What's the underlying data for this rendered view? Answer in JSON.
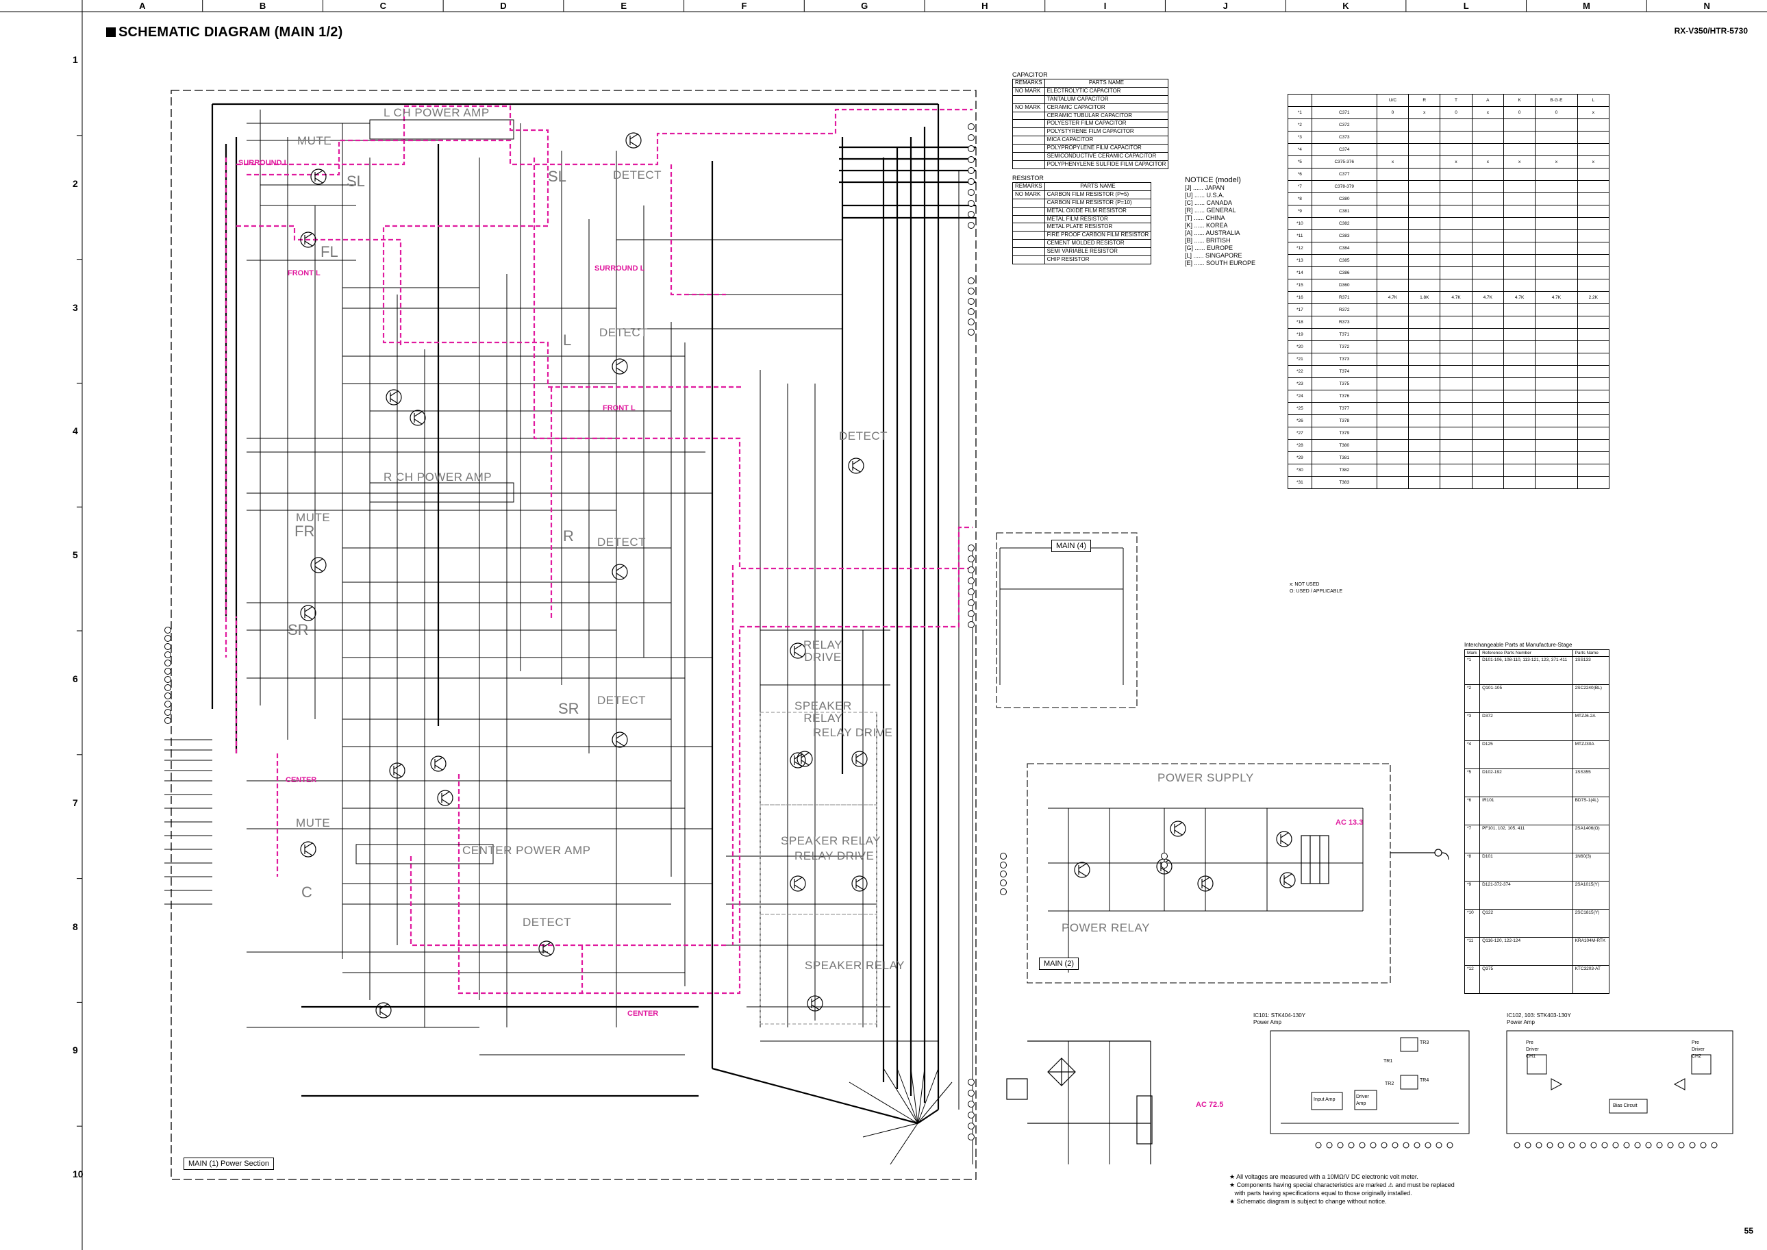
{
  "header": {
    "title": "SCHEMATIC DIAGRAM (MAIN 1/2)",
    "model": "RX-V350/HTR-5730",
    "page_number": "55"
  },
  "grid": {
    "columns": [
      "A",
      "B",
      "C",
      "D",
      "E",
      "F",
      "G",
      "H",
      "I",
      "J",
      "K",
      "L",
      "M",
      "N"
    ],
    "rows": [
      "1",
      "2",
      "3",
      "4",
      "5",
      "6",
      "7",
      "8",
      "9",
      "10"
    ]
  },
  "blocks": {
    "lch_power_amp": "L CH POWER AMP",
    "rch_power_amp": "R CH POWER AMP",
    "center_power_amp": "CENTER POWER AMP",
    "mute_1": "MUTE",
    "mute_2": "MUTE",
    "mute_3": "MUTE",
    "detect_sl": "DETECT",
    "detect_l": "DETECT",
    "detect_r": "DETECT",
    "detect_sr": "DETECT",
    "detect_c": "DETECT",
    "detect_main": "DETECT",
    "ch_sl": "SL",
    "ch_sl2": "SL",
    "ch_fl": "FL",
    "ch_l": "L",
    "ch_fr": "FR",
    "ch_sr": "SR",
    "ch_sr2": "SR",
    "ch_r": "R",
    "ch_c": "C",
    "relay_drive_1": "RELAY\nDRIVE",
    "speaker_relay_1": "SPEAKER\nRELAY",
    "relay_drive_2": "RELAY DRIVE",
    "speaker_relay_2": "SPEAKER RELAY",
    "relay_drive_3": "RELAY DRIVE",
    "speaker_relay_3": "SPEAKER RELAY",
    "power_supply": "POWER SUPPLY",
    "power_relay": "POWER RELAY"
  },
  "signal_labels": {
    "surround_l": "SURROUND L",
    "front_l": "FRONT L",
    "surround_l2": "SURROUND L",
    "front_l2": "FRONT L",
    "center": "CENTER",
    "center2": "CENTER",
    "ac_13": "AC 13.3",
    "ac_72": "AC 72.5"
  },
  "box_labels": {
    "main1": "MAIN (1) Power Section",
    "main2": "MAIN (2)",
    "main4": "MAIN (4)"
  },
  "capacitor_legend": {
    "heading": "CAPACITOR",
    "col1": "REMARKS",
    "col2": "PARTS NAME",
    "rows": [
      [
        "NO MARK",
        "ELECTROLYTIC CAPACITOR"
      ],
      [
        "",
        "TANTALUM CAPACITOR"
      ],
      [
        "NO MARK",
        "CERAMIC CAPACITOR"
      ],
      [
        "",
        "CERAMIC TUBULAR CAPACITOR"
      ],
      [
        "",
        "POLYESTER FILM CAPACITOR"
      ],
      [
        "",
        "POLYSTYRENE FILM CAPACITOR"
      ],
      [
        "",
        "MICA CAPACITOR"
      ],
      [
        "",
        "POLYPROPYLENE FILM CAPACITOR"
      ],
      [
        "",
        "SEMICONDUCTIVE CERAMIC CAPACITOR"
      ],
      [
        "",
        "POLYPHENYLENE SULFIDE FILM CAPACITOR"
      ]
    ]
  },
  "resistor_legend": {
    "heading": "RESISTOR",
    "col1": "REMARKS",
    "col2": "PARTS NAME",
    "rows": [
      [
        "NO MARK",
        "CARBON FILM RESISTOR (P=5)"
      ],
      [
        "",
        "CARBON FILM RESISTOR (P=10)"
      ],
      [
        "",
        "METAL OXIDE FILM RESISTOR"
      ],
      [
        "",
        "METAL FILM RESISTOR"
      ],
      [
        "",
        "METAL PLATE RESISTOR"
      ],
      [
        "",
        "FIRE PROOF CARBON FILM RESISTOR"
      ],
      [
        "",
        "CEMENT MOLDED RESISTOR"
      ],
      [
        "",
        "SEMI VARIABLE RESISTOR"
      ],
      [
        "",
        "CHIP RESISTOR"
      ]
    ]
  },
  "notice": {
    "heading": "NOTICE (model)",
    "lines": [
      "[J] ...... JAPAN",
      "[U] ...... U.S.A.",
      "[C] ...... CANADA",
      "[R] ...... GENERAL",
      "[T] ...... CHINA",
      "[K] ...... KOREA",
      "[A] ...... AUSTRALIA",
      "[B] ...... BRITISH",
      "[G] ...... EUROPE",
      "[L] ...... SINGAPORE",
      "[E] ...... SOUTH EUROPE"
    ]
  },
  "variation_table": {
    "columns": [
      "",
      "",
      "U/C",
      "R",
      "T",
      "A",
      "K",
      "B·G·E",
      "L"
    ],
    "rows": [
      [
        "*1",
        "C371",
        "0",
        "x",
        "0",
        "x",
        "0",
        "0",
        "x"
      ],
      [
        "*2",
        "C372",
        "",
        "",
        "",
        "",
        "",
        "",
        ""
      ],
      [
        "*3",
        "C373",
        "",
        "",
        "",
        "",
        "",
        "",
        ""
      ],
      [
        "*4",
        "C374",
        "",
        "",
        "",
        "",
        "",
        "",
        ""
      ],
      [
        "*5",
        "C375-376",
        "x",
        "",
        "x",
        "x",
        "x",
        "x",
        "x"
      ],
      [
        "*6",
        "C377",
        "",
        "",
        "",
        "",
        "",
        "",
        ""
      ],
      [
        "*7",
        "C378-379",
        "",
        "",
        "",
        "",
        "",
        "",
        ""
      ],
      [
        "*8",
        "C380",
        "",
        "",
        "",
        "",
        "",
        "",
        ""
      ],
      [
        "*9",
        "C381",
        "",
        "",
        "",
        "",
        "",
        "",
        ""
      ],
      [
        "*10",
        "C382",
        "",
        "",
        "",
        "",
        "",
        "",
        ""
      ],
      [
        "*11",
        "C383",
        "",
        "",
        "",
        "",
        "",
        "",
        ""
      ],
      [
        "*12",
        "C384",
        "",
        "",
        "",
        "",
        "",
        "",
        ""
      ],
      [
        "*13",
        "C385",
        "",
        "",
        "",
        "",
        "",
        "",
        ""
      ],
      [
        "*14",
        "C386",
        "",
        "",
        "",
        "",
        "",
        "",
        ""
      ],
      [
        "*15",
        "D360",
        "",
        "",
        "",
        "",
        "",
        "",
        ""
      ],
      [
        "*16",
        "R371",
        "4.7K",
        "1.8K",
        "4.7K",
        "4.7K",
        "4.7K",
        "4.7K",
        "2.2K"
      ],
      [
        "*17",
        "R372",
        "",
        "",
        "",
        "",
        "",
        "",
        ""
      ],
      [
        "*18",
        "R373",
        "",
        "",
        "",
        "",
        "",
        "",
        ""
      ],
      [
        "*19",
        "T371",
        "",
        "",
        "",
        "",
        "",
        "",
        ""
      ],
      [
        "*20",
        "T372",
        "",
        "",
        "",
        "",
        "",
        "",
        ""
      ],
      [
        "*21",
        "T373",
        "",
        "",
        "",
        "",
        "",
        "",
        ""
      ],
      [
        "*22",
        "T374",
        "",
        "",
        "",
        "",
        "",
        "",
        ""
      ],
      [
        "*23",
        "T375",
        "",
        "",
        "",
        "",
        "",
        "",
        ""
      ],
      [
        "*24",
        "T376",
        "",
        "",
        "",
        "",
        "",
        "",
        ""
      ],
      [
        "*25",
        "T377",
        "",
        "",
        "",
        "",
        "",
        "",
        ""
      ],
      [
        "*26",
        "T378",
        "",
        "",
        "",
        "",
        "",
        "",
        ""
      ],
      [
        "*27",
        "T379",
        "",
        "",
        "",
        "",
        "",
        "",
        ""
      ],
      [
        "*28",
        "T380",
        "",
        "",
        "",
        "",
        "",
        "",
        ""
      ],
      [
        "*29",
        "T381",
        "",
        "",
        "",
        "",
        "",
        "",
        ""
      ],
      [
        "*30",
        "T382",
        "",
        "",
        "",
        "",
        "",
        "",
        ""
      ],
      [
        "*31",
        "T383",
        "",
        "",
        "",
        "",
        "",
        "",
        ""
      ]
    ],
    "footnote1": "x: NOT USED",
    "footnote2": "O: USED / APPLICABLE"
  },
  "interchange_table": {
    "caption": "Interchangeable Parts at Manufacture-Stage",
    "columns": [
      "Mark",
      "Reference Parts Number",
      "Parts Name"
    ],
    "rows": [
      [
        "*1",
        "D101-106, 108-110, 113-121, 123, 371-411",
        "1SS133"
      ],
      [
        "*2",
        "Q101-105",
        "2SC2240(BL)"
      ],
      [
        "*3",
        "D372",
        "MTZJ6.2A"
      ],
      [
        "*4",
        "D125",
        "MTZJ30A"
      ],
      [
        "*5",
        "D102-192",
        "1SS355"
      ],
      [
        "*6",
        "IR101",
        "BD7S-1(4L)"
      ],
      [
        "*7",
        "PF101, 102, 105, 411",
        "2SA1406(O)"
      ],
      [
        "*8",
        "D101",
        "1N60(3)"
      ],
      [
        "*9",
        "D121-372-374",
        "2SA1015(Y)"
      ],
      [
        "*10",
        "Q122",
        "2SC1815(Y)"
      ],
      [
        "*11",
        "Q116-120, 122-124",
        "KRA104M-RTK"
      ],
      [
        "*12",
        "Q375",
        "KTC3203-AT"
      ]
    ]
  },
  "ic_blocks": {
    "ic101": {
      "caption": "IC101: STK404-130Y",
      "sub": "Power Amp",
      "labels": [
        "Input Amp",
        "Driver Amp",
        "TR1",
        "TR2",
        "TR3",
        "TR4"
      ]
    },
    "ic102": {
      "caption": "IC102, 103: STK403-130Y",
      "sub": "Power Amp",
      "labels": [
        "Pre Driver CH1",
        "Pre Driver CH2",
        "Bias Circuit"
      ]
    }
  },
  "notes": [
    "★ All voltages are measured with a 10MΩ/V DC electronic volt meter.",
    "★ Components having special characteristics are marked ⚠ and must be replaced",
    "   with parts having specifications equal to those originally installed.",
    "★ Schematic diagram is subject to change without notice."
  ],
  "colors": {
    "ink": "#000000",
    "signal": "#e0199e",
    "block_label": "#777777"
  }
}
